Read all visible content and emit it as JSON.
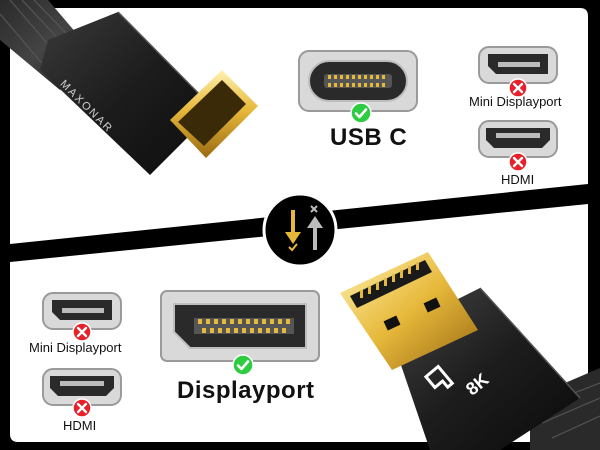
{
  "top": {
    "brand_text": "MAXONAR",
    "main_port_label": "USB C",
    "alt_port_1_label": "Mini Displayport",
    "alt_port_2_label": "HDMI"
  },
  "bottom": {
    "main_port_label": "Displayport",
    "alt_port_1_label": "Mini Displayport",
    "alt_port_2_label": "HDMI",
    "connector_badge": "8K"
  },
  "icons": {
    "check": "check-icon",
    "cross": "cross-icon",
    "direction": "direction-arrows-icon"
  },
  "colors": {
    "check_green": "#2ecc40",
    "cross_red": "#e8202a",
    "gold": "#e7b93b",
    "cable_black": "#1c1c1c"
  }
}
